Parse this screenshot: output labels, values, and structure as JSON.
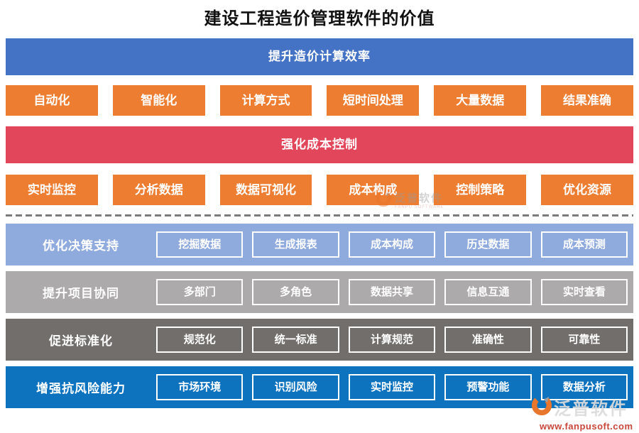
{
  "title": "建设工程造价管理软件的价值",
  "banners": [
    {
      "label": "提升造价计算效率",
      "color": "#4472C4",
      "items": [
        "自动化",
        "智能化",
        "计算方式",
        "短时间处理",
        "大量数据",
        "结果准确"
      ]
    },
    {
      "label": "强化成本控制",
      "color": "#E2465A",
      "items": [
        "实时监控",
        "分析数据",
        "数据可视化",
        "成本构成",
        "控制策略",
        "优化资源"
      ]
    }
  ],
  "value_rows": [
    {
      "label": "优化决策支持",
      "color": "#8FAADC",
      "items": [
        "挖掘数据",
        "生成报表",
        "成本构成",
        "历史数据",
        "成本预测"
      ]
    },
    {
      "label": "提升项目协同",
      "color": "#ACAAAA",
      "items": [
        "多部门",
        "多角色",
        "数据共享",
        "信息互通",
        "实时查看"
      ]
    },
    {
      "label": "促进标准化",
      "color": "#726E6C",
      "items": [
        "规范化",
        "统一标准",
        "计算规范",
        "准确性",
        "可靠性"
      ]
    },
    {
      "label": "增强抗风险能力",
      "color": "#0E73BF",
      "items": [
        "市场环境",
        "识别风险",
        "实时监控",
        "预警功能",
        "数据分析"
      ]
    }
  ],
  "colors": {
    "tag_orange": "#ED7D31",
    "divider_gray": "#7B7B7B",
    "watermark_url_red": "#C8473B"
  },
  "watermark_center": {
    "brand": "泛普软件",
    "sub": "FANPU SOFTWARE"
  },
  "watermark_corner": {
    "brand": "泛普软件",
    "url": "www.fanpusoft.com"
  }
}
